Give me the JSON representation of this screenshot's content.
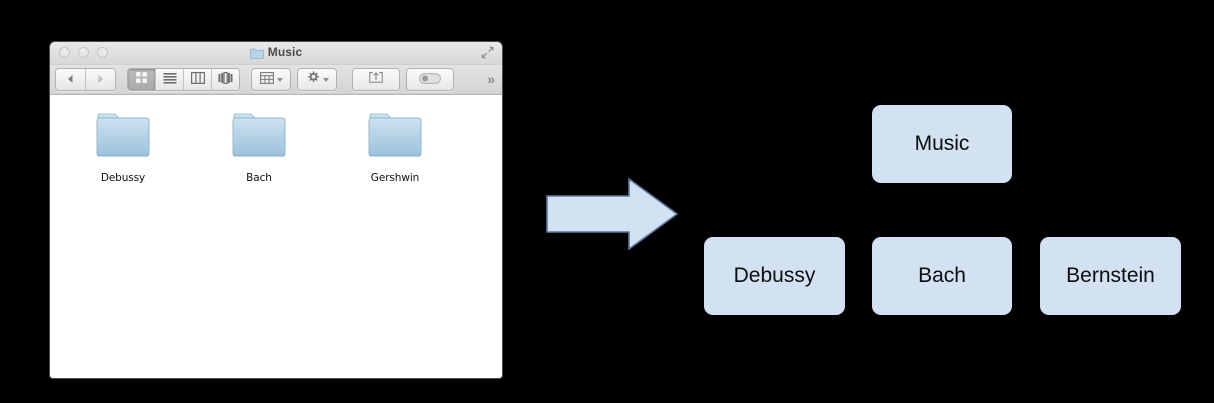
{
  "finder_window": {
    "title": "Music",
    "title_icon": "folder-icon",
    "traffic_lights": [
      {
        "name": "close-button",
        "label": "Close"
      },
      {
        "name": "minimize-button",
        "label": "Minimize"
      },
      {
        "name": "zoom-button",
        "label": "Zoom"
      }
    ],
    "fullscreen_icon": "fullscreen-arrows-icon",
    "toolbar": {
      "back_icon": "back-triangle-icon",
      "forward_icon": "forward-triangle-icon",
      "view_modes": [
        {
          "name": "view-icon",
          "icon": "grid-view-icon",
          "selected": true
        },
        {
          "name": "view-list",
          "icon": "list-view-icon",
          "selected": false
        },
        {
          "name": "view-column",
          "icon": "column-view-icon",
          "selected": false
        },
        {
          "name": "view-coverflow",
          "icon": "coverflow-view-icon",
          "selected": false
        }
      ],
      "arrange_icon": "arrange-grid-icon",
      "action_icon": "gear-icon",
      "share_icon": "share-export-icon",
      "tags_icon": "tag-pill-icon",
      "overflow_label": "»"
    },
    "items": [
      {
        "label": "Debussy",
        "icon": "folder-icon"
      },
      {
        "label": "Bach",
        "icon": "folder-icon"
      },
      {
        "label": "Gershwin",
        "icon": "folder-icon"
      }
    ]
  },
  "arrow": {
    "name": "right-arrow-icon",
    "direction": "right",
    "fill": "#d2e2f2",
    "stroke": "#5b7a9a"
  },
  "diagram": {
    "root": {
      "label": "Music"
    },
    "children": [
      {
        "label": "Debussy"
      },
      {
        "label": "Bach"
      },
      {
        "label": "Bernstein"
      }
    ],
    "box_fill": "#d2e2f2",
    "text_color": "#0d0d0d"
  },
  "canvas": {
    "background": "#000000"
  }
}
